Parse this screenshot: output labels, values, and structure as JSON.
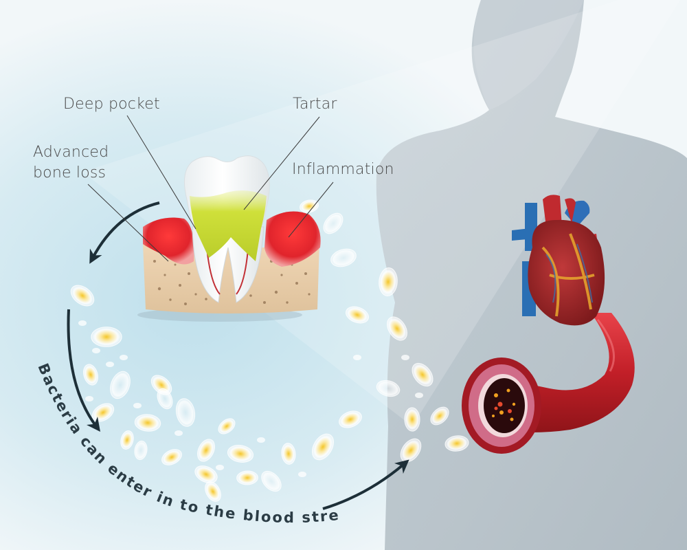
{
  "labels": {
    "deep_pocket": "Deep pocket",
    "tartar": "Tartar",
    "advanced_bone_loss_line1": "Advanced",
    "advanced_bone_loss_line2": "bone loss",
    "inflammation": "Inflammation"
  },
  "caption": "Bacteria can enter in to the blood stream",
  "icons": [
    "tooth-icon",
    "heart-icon",
    "artery-icon",
    "bacteria-icon",
    "human-silhouette-icon",
    "curved-arrow-icon"
  ],
  "colors": {
    "background_light": "#f4f8fa",
    "background_blue": "#c6e2ed",
    "silhouette": "#b4bfc6",
    "tooth_enamel": "#ffffff",
    "tartar": "#c7d934",
    "gum_red": "#e2292f",
    "bone": "#e8c9a4",
    "artery_red": "#c8202a",
    "bacteria_yellow": "#f3c52a",
    "arrow_dark": "#1d2f38"
  }
}
